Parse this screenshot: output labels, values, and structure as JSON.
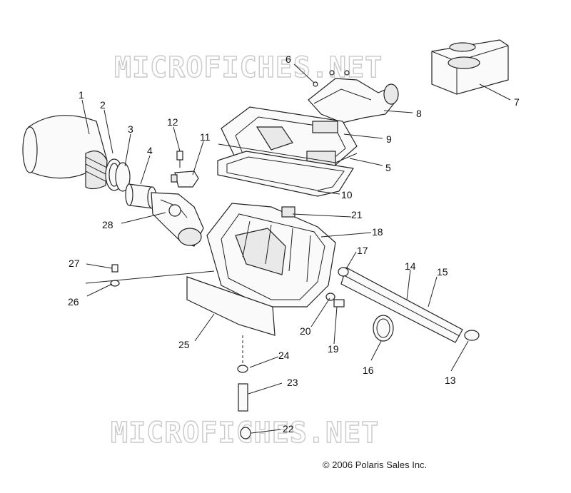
{
  "watermark": "MICROFICHES.NET",
  "copyright": "© 2006 Polaris Sales Inc.",
  "callouts": [
    "1",
    "2",
    "3",
    "4",
    "5",
    "6",
    "7",
    "8",
    "9",
    "10",
    "11",
    "12",
    "13",
    "14",
    "15",
    "16",
    "17",
    "18",
    "19",
    "20",
    "21",
    "22",
    "23",
    "24",
    "25",
    "26",
    "27",
    "28"
  ]
}
